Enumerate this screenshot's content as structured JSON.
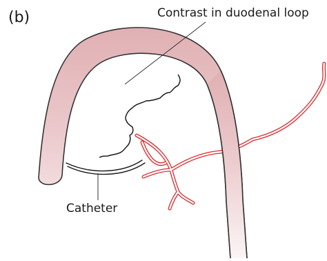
{
  "figure": {
    "panel_label": "(b)",
    "labels": {
      "contrast": "Contrast in duodenal loop",
      "catheter": "Catheter"
    },
    "colors": {
      "tube_fill_dark": "#e0b0b3",
      "tube_fill_light": "#f8eef0",
      "tube_outline": "#333333",
      "vessel_red": "#e0262b",
      "leader_line": "#333333",
      "text": "#1a1a1a"
    }
  }
}
